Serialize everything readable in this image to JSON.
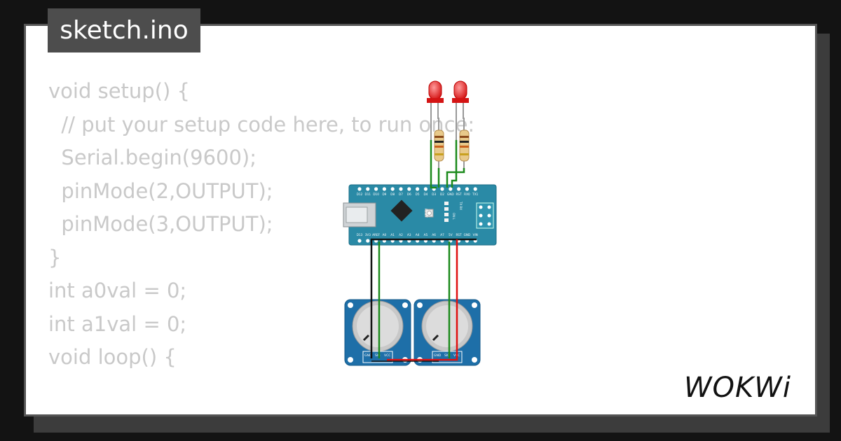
{
  "tab": {
    "filename": "sketch.ino"
  },
  "code_lines": [
    "void setup() {",
    "  // put your setup code here, to run once:",
    "  Serial.begin(9600);",
    "  pinMode(2,OUTPUT);",
    "  pinMode(3,OUTPUT);",
    "}",
    "",
    "int a0val = 0;",
    "int a1val = 0;",
    "",
    "void loop() {"
  ],
  "board": {
    "top_pins": [
      "D12",
      "D11",
      "D10",
      "D9",
      "D8",
      "D7",
      "D6",
      "D5",
      "D4",
      "D3",
      "D2",
      "GND",
      "RST",
      "RX0",
      "TX1"
    ],
    "bottom_pins": [
      "D13",
      "3V3",
      "AREF",
      "A0",
      "A1",
      "A2",
      "A3",
      "A4",
      "A5",
      "A6",
      "A7",
      "5V",
      "RST",
      "GND",
      "VIN"
    ],
    "labels": {
      "reset": "RESET",
      "tx_rx": "TX RX",
      "on_l": "ON L"
    }
  },
  "potentiometers": [
    {
      "pins": [
        "GND",
        "SIG",
        "VCC"
      ]
    },
    {
      "pins": [
        "GND",
        "SIG",
        "VCC"
      ]
    }
  ],
  "brand": {
    "logo_text": "WOKWi"
  },
  "colors": {
    "background": "#131313",
    "card": "#ffffff",
    "tab_bg": "#4d4d4d",
    "code_text": "#c9c9c9",
    "board": "#2a8aa6",
    "pot_body": "#1e6fa8",
    "led": "#e02020",
    "wire_green": "#1c8a1c",
    "wire_red": "#e01010",
    "wire_black": "#111111"
  }
}
